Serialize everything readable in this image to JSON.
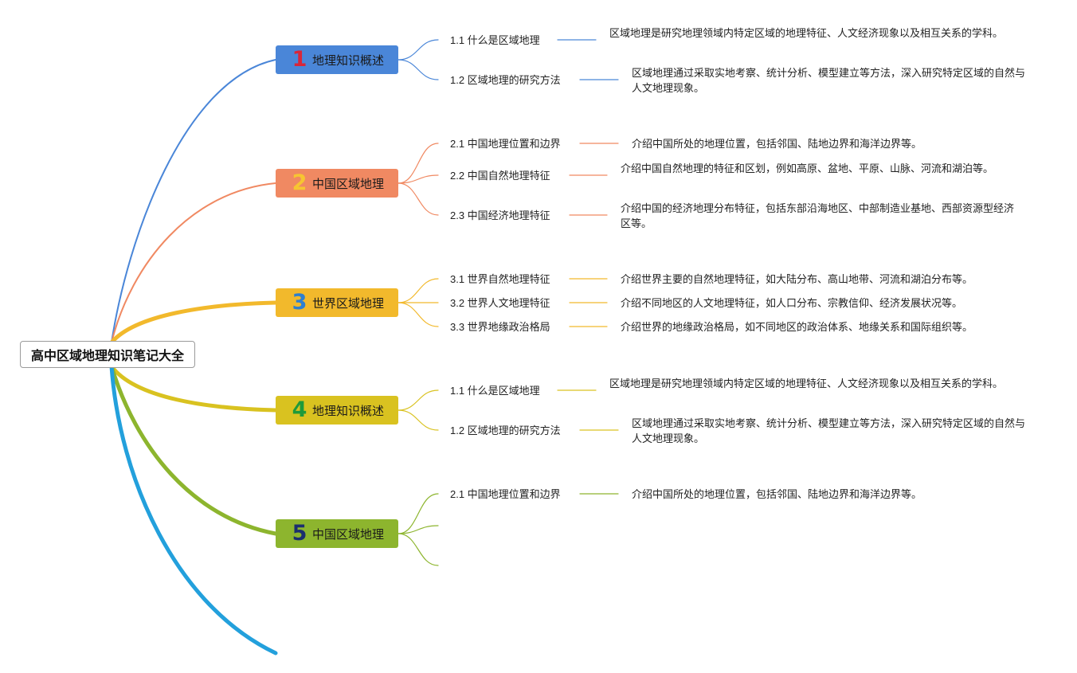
{
  "root": {
    "label": "高中区域地理知识笔记大全"
  },
  "branches": [
    {
      "number": "1",
      "label": "地理知识概述",
      "color": "#4a86d8",
      "number_color": "#d8263a",
      "children": [
        {
          "label": "1.1 什么是区域地理",
          "desc": "区域地理是研究地理领域内特定区域的地理特征、人文经济现象以及相互关系的学科。"
        },
        {
          "label": "1.2 区域地理的研究方法",
          "desc": "区域地理通过采取实地考察、统计分析、模型建立等方法，深入研究特定区域的自然与人文地理现象。"
        }
      ]
    },
    {
      "number": "2",
      "label": "中国区域地理",
      "color": "#f08962",
      "number_color": "#f7c531",
      "children": [
        {
          "label": "2.1 中国地理位置和边界",
          "desc": "介绍中国所处的地理位置，包括邻国、陆地边界和海洋边界等。"
        },
        {
          "label": "2.2 中国自然地理特征",
          "desc": "介绍中国自然地理的特征和区划，例如高原、盆地、平原、山脉、河流和湖泊等。"
        },
        {
          "label": "2.3 中国经济地理特征",
          "desc": "介绍中国的经济地理分布特征，包括东部沿海地区、中部制造业基地、西部资源型经济区等。"
        }
      ]
    },
    {
      "number": "3",
      "label": "世界区域地理",
      "color": "#f2b92c",
      "number_color": "#2e7fd0",
      "children": [
        {
          "label": "3.1 世界自然地理特征",
          "desc": "介绍世界主要的自然地理特征，如大陆分布、高山地带、河流和湖泊分布等。"
        },
        {
          "label": "3.2 世界人文地理特征",
          "desc": "介绍不同地区的人文地理特征，如人口分布、宗教信仰、经济发展状况等。"
        },
        {
          "label": "3.3 世界地缘政治格局",
          "desc": "介绍世界的地缘政治格局，如不同地区的政治体系、地缘关系和国际组织等。"
        }
      ]
    },
    {
      "number": "4",
      "label": "地理知识概述",
      "color": "#d9c220",
      "number_color": "#1e9a3a",
      "children": [
        {
          "label": "1.1 什么是区域地理",
          "desc": "区域地理是研究地理领域内特定区域的地理特征、人文经济现象以及相互关系的学科。"
        },
        {
          "label": "1.2 区域地理的研究方法",
          "desc": "区域地理通过采取实地考察、统计分析、模型建立等方法，深入研究特定区域的自然与人文地理现象。"
        }
      ]
    },
    {
      "number": "5",
      "label": "中国区域地理",
      "color": "#8db52e",
      "number_color": "#1c2f6e",
      "children": [
        {
          "label": "2.1 中国地理位置和边界",
          "desc": "介绍中国所处的地理位置，包括邻国、陆地边界和海洋边界等。"
        },
        {
          "label": "",
          "desc": ""
        },
        {
          "label": "",
          "desc": ""
        }
      ]
    }
  ],
  "extra_branch_color": "#23a0dc"
}
